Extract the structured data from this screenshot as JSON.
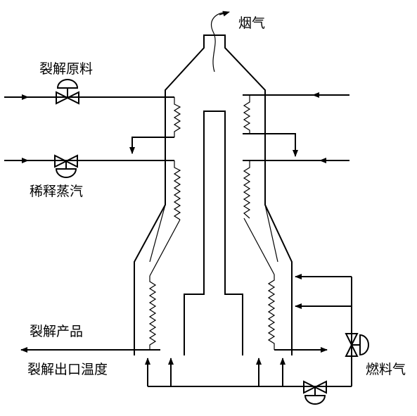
{
  "labels": {
    "flue_gas": "烟气",
    "cracking_feed": "裂解原料",
    "dilution_steam": "稀释蒸汽",
    "cracked_product": "裂解产品",
    "outlet_temperature": "裂解出口温度",
    "fuel_gas": "燃料气"
  }
}
